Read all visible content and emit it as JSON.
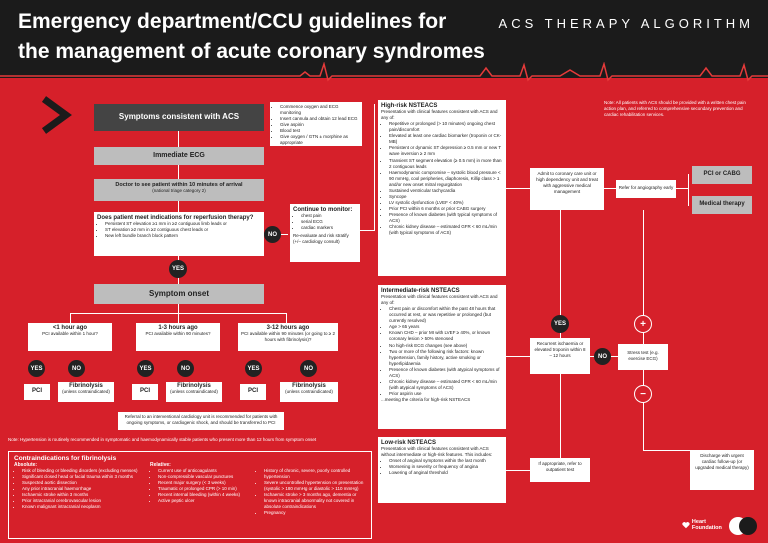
{
  "header": {
    "title_line1": "Emergency department/CCU guidelines  for",
    "title_line2": "the management of acute coronary syndromes",
    "subtitle": "ACS THERAPY ALGORITHM"
  },
  "flow": {
    "symptoms": "Symptoms consistent with ACS",
    "symptoms_notes": [
      "Commence oxygen and ECG monitoring",
      "Insert cannula and obtain 12 lead ECG",
      "Give aspirin",
      "Blood test",
      "Give oxygen / GTN ± morphine as appropriate"
    ],
    "immediate_ecg": "Immediate ECG",
    "doctor": "Doctor to see patient within 10 minutes of arrival",
    "doctor_note": "(national triage category 2)",
    "reperfusion_q": "Does patient meet indications for reperfusion therapy?",
    "reperfusion_items": [
      "Persistent ST elevation ≥1 mm in ≥2 contiguous limb leads or",
      "ST elevation ≥2 mm in ≥2 contiguous chest leads or",
      "New left bundle branch block pattern"
    ],
    "no": "NO",
    "yes": "YES",
    "continue": "Continue to monitor:",
    "continue_items": [
      "chest pain",
      "serial ECG",
      "cardiac markers"
    ],
    "continue_note": "Re-evaluate and risk stratify (+/– cardiology consult)",
    "symptom_onset": "Symptom onset",
    "col1_title": "<1 hour ago",
    "col1_q": "PCI available within 1 hour?",
    "col2_title": "1-3 hours ago",
    "col2_q": "PCI available within 90 minutes?",
    "col3_title": "3-12 hours ago",
    "col3_q": "PCI available within 90 minutes (or going to ≥ 2 hours with fibrinolysis)?",
    "pci": "PCI",
    "fibrinolysis": "Fibrinolysis",
    "fib_note": "(unless contraindicated)",
    "referral": "Referral to an interventional cardiology unit is recommended for patients with ongoing symptoms, or cardiogenic shock, and should be transferred to PCI",
    "footnote": "Note: Hypertension is routinely recommended in symptomatic and haemodynamically stable patients who present more than 12 hours from symptom onset"
  },
  "contraindications": {
    "title": "Contraindications for fibrinolysis",
    "absolute_h": "Absolute:",
    "absolute": [
      "Risk of bleeding or bleeding disorders (excluding menses)",
      "Significant closed head or facial trauma within 3 months",
      "Suspected aortic dissection",
      "Any prior intracranial haemorrhage",
      "Ischaemic stroke within 3 months",
      "Prior intracranial cerebrovascular lesion",
      "Known malignant intracranial neoplasm"
    ],
    "relative_h": "Relative:",
    "relative": [
      "Current use of anticoagulants",
      "Non-compressible vascular punctures",
      "Recent major surgery (< 3 weeks)",
      "Traumatic or prolonged CPR (> 10 min)",
      "Recent internal bleeding (within 4 weeks)",
      "Active peptic ulcer"
    ],
    "relative2": [
      "History of chronic, severe, poorly controlled hypertension",
      "Severe uncontrolled hypertension on presentation (systolic > 180 mmHg or diastolic > 110 mmHg)",
      "Ischaemic stroke > 3 months ago, dementia or known intracranial abnormality not covered in absolute contraindications",
      "Pregnancy"
    ]
  },
  "risk": {
    "high_title": "High-risk NSTEACS",
    "high_intro": "Presentation with clinical features consistent with ACS and any of:",
    "high_items": [
      "Repetitive or prolonged (> 10 minutes) ongoing chest pain/discomfort",
      "Elevated at least one cardiac biomarker (troponin or CK-MB)",
      "Persistent or dynamic ST depression ≥ 0.5 mm or new T wave inversion ≥ 2 mm",
      "Transient ST segment elevation (≥ 0.5 mm) in more than 2 contiguous leads",
      "Haemodynamic compromise – systolic blood pressure < 90 mmHg, cool peripheries, diaphoresis, Killip class > 1 and/or new onset mitral regurgitation",
      "Sustained ventricular tachycardia",
      "Syncope",
      "LV systolic dysfunction (LVEF < 40%)",
      "Prior PCI within 6 months or prior CABG surgery",
      "Presence of known diabetes (with typical symptoms of ACS)",
      "Chronic kidney disease – estimated GFR < 60 mL/min (with typical symptoms of ACS)"
    ],
    "inter_title": "Intermediate-risk NSTEACS",
    "inter_intro": "Presentation with clinical features consistent with ACS and any of:",
    "inter_items": [
      "Chest pain or discomfort within the past 48 hours that occurred at rest, or was repetitive or prolonged (but currently resolved)",
      "Age > 65 years",
      "Known CHD – prior MI with LVEF ≥ 40%, or known coronary lesion > 50% stenosed",
      "No high-risk ECG changes (see above)",
      "Two or more of the following risk factors: known hypertension, family history, active smoking or hyperlipidaemia",
      "Presence of known diabetes (with atypical symptoms of ACS)",
      "Chronic kidney disease – estimated GFR < 60 mL/min (with atypical symptoms of ACS)",
      "Prior aspirin use"
    ],
    "inter_foot": "...meeting the criteria for high-risk NSTEACS",
    "low_title": "Low-risk NSTEACS",
    "low_intro": "Presentation with clinical features consistent with ACS without intermediate or high-risk features. This includes:",
    "low_items": [
      "Onset of anginal symptoms within the last month",
      "Worsening in severity or frequency of angina",
      "Lowering of anginal threshold"
    ],
    "admit": "Admit to coronary care unit or high dependency unit and treat with aggressive medical management",
    "early_angio": "Refer for angiography early",
    "pci_cabg": "PCI or CABG",
    "medical": "Medical therapy",
    "recurrent": "Recurrent ischaemia or elevated troponin within 8 – 12 hours",
    "stress": "Stress test (e.g. exercise ECG)",
    "plus": "+",
    "minus": "−",
    "appropriate": "If appropriate, refer to outpatient test",
    "discharge": "Discharge with urgent cardiac follow-up (or upgraded medical therapy)",
    "top_note": "Note: All patients with ACS should be provided with a written chest pain action plan, and referred to comprehensive secondary prevention and cardiac rehabilitation services."
  },
  "footer": {
    "logo_text": "Heart Foundation",
    "logo_line2": "Heart Foundation"
  }
}
